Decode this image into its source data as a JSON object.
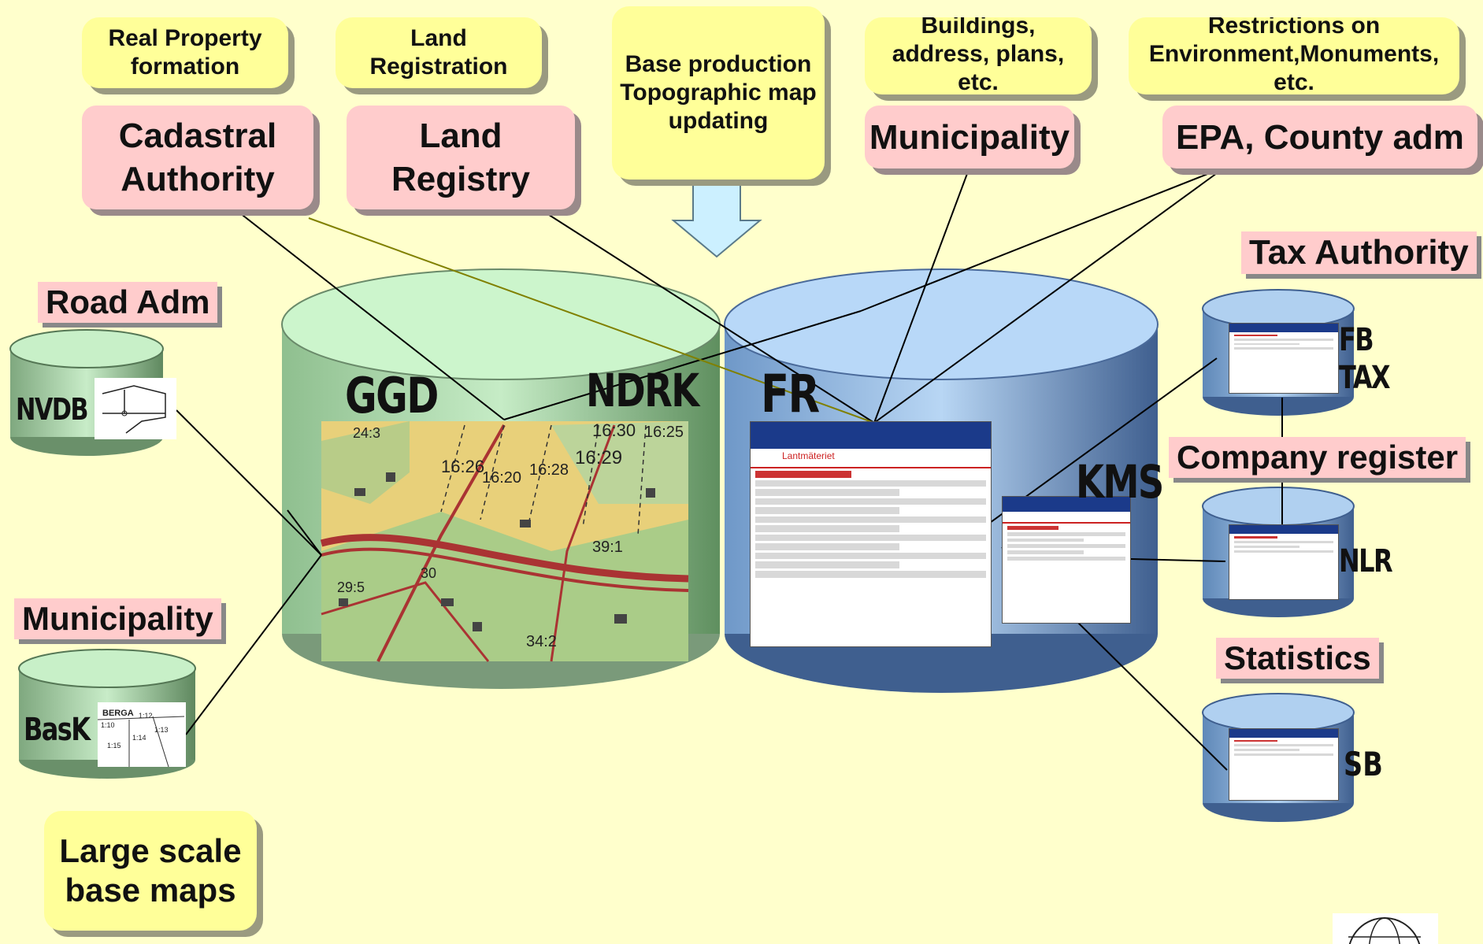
{
  "top_boxes": {
    "real_property": "Real Property formation",
    "land_registration": "Land Registration",
    "base_production": "Base production Topographic map updating",
    "buildings": "Buildings, address, plans, etc.",
    "restrictions": "Restrictions on Environment,Monuments, etc."
  },
  "authorities": {
    "cadastral": "Cadastral Authority",
    "land_registry": "Land Registry",
    "municipality_top": "Municipality",
    "epa": "EPA, County adm",
    "tax": "Tax Authority",
    "road": "Road Adm",
    "municipality_left": "Municipality",
    "company": "Company register",
    "statistics": "Statistics"
  },
  "databases": {
    "ggd": "GGD",
    "ndrk": "NDRK",
    "fr": "FR",
    "kms": "KMS",
    "nvdb": "NVDB",
    "bask": "BasK",
    "fb_tax": "FB TAX",
    "nlr": "NLR",
    "sb": "SB"
  },
  "footer": {
    "large_scale": "Large scale base maps"
  },
  "map_labels": [
    "16:30",
    "16:25",
    "16:29",
    "16:26",
    "16:28",
    "16:20",
    "24:3",
    "39:1",
    "29:5",
    "34:2",
    "30"
  ],
  "basemap_labels": [
    "BERGA",
    "1:12",
    "1:10",
    "1:14",
    "1:13",
    "1:15"
  ],
  "screenshot_title": "Lantmäteriet",
  "colors": {
    "background": "#ffffcc",
    "yellow_box": "#ffff99",
    "pink_box": "#ffcccc",
    "green_cyl": "#a8d8a8",
    "blue_cyl": "#7fa8d8",
    "arrow": "#ccf0ff"
  }
}
